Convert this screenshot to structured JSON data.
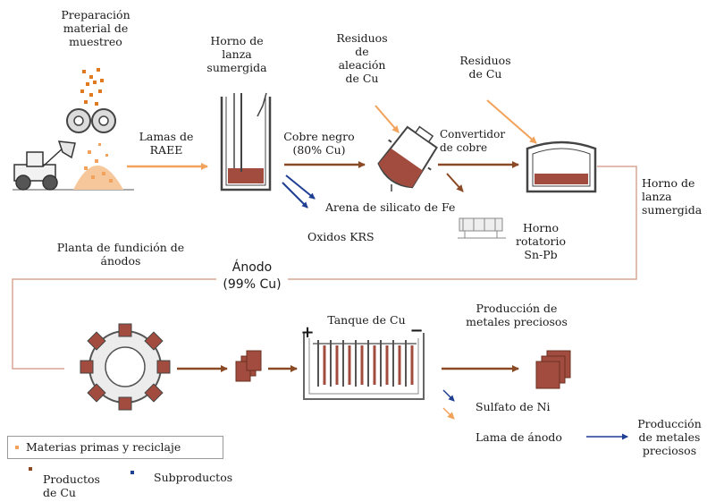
{
  "colors": {
    "raw_materials": "#f2a25a",
    "cu_products": "#8b4a26",
    "byproducts": "#1f3f93",
    "loop_line": "#d8a593",
    "furnace_melt": "#a24c3f"
  },
  "labels": {
    "prep": [
      "Preparación",
      "material de",
      "muestreo"
    ],
    "raee": [
      "Lamas de",
      "RAEE"
    ],
    "tsl_top": [
      "Horno de",
      "lanza",
      "sumergida"
    ],
    "cu_alloy": [
      "Residuos",
      "de",
      "aleación",
      "de Cu"
    ],
    "cu_waste": [
      "Residuos",
      "de Cu"
    ],
    "black_cu": [
      "Cobre negro",
      "(80% Cu)"
    ],
    "converter": [
      "Convertidor",
      "de cobre"
    ],
    "fe_sand": "Arena de silicato de Fe",
    "krs": "Oxidos KRS",
    "rotary": [
      "Horno",
      "rotatorio",
      "Sn-Pb"
    ],
    "tsl_right": [
      "Horno de",
      "lanza",
      "sumergida"
    ],
    "anode_plant": [
      "Planta de fundición de",
      "ánodos"
    ],
    "anode": [
      "Ánodo",
      "(99% Cu)"
    ],
    "cu_tank": "Tanque de Cu",
    "plus": "+",
    "minus": "−",
    "precious_top": [
      "Producción de",
      "metales preciosos"
    ],
    "ni_sulfate": "Sulfato de Ni",
    "anode_slime": "Lama de ánodo",
    "precious_right": [
      "Producción",
      "de metales",
      "preciosos"
    ]
  },
  "legend": {
    "raw": "Materias primas y reciclaje",
    "cu": [
      "Productos",
      "de Cu"
    ],
    "by": "Subproductos"
  }
}
